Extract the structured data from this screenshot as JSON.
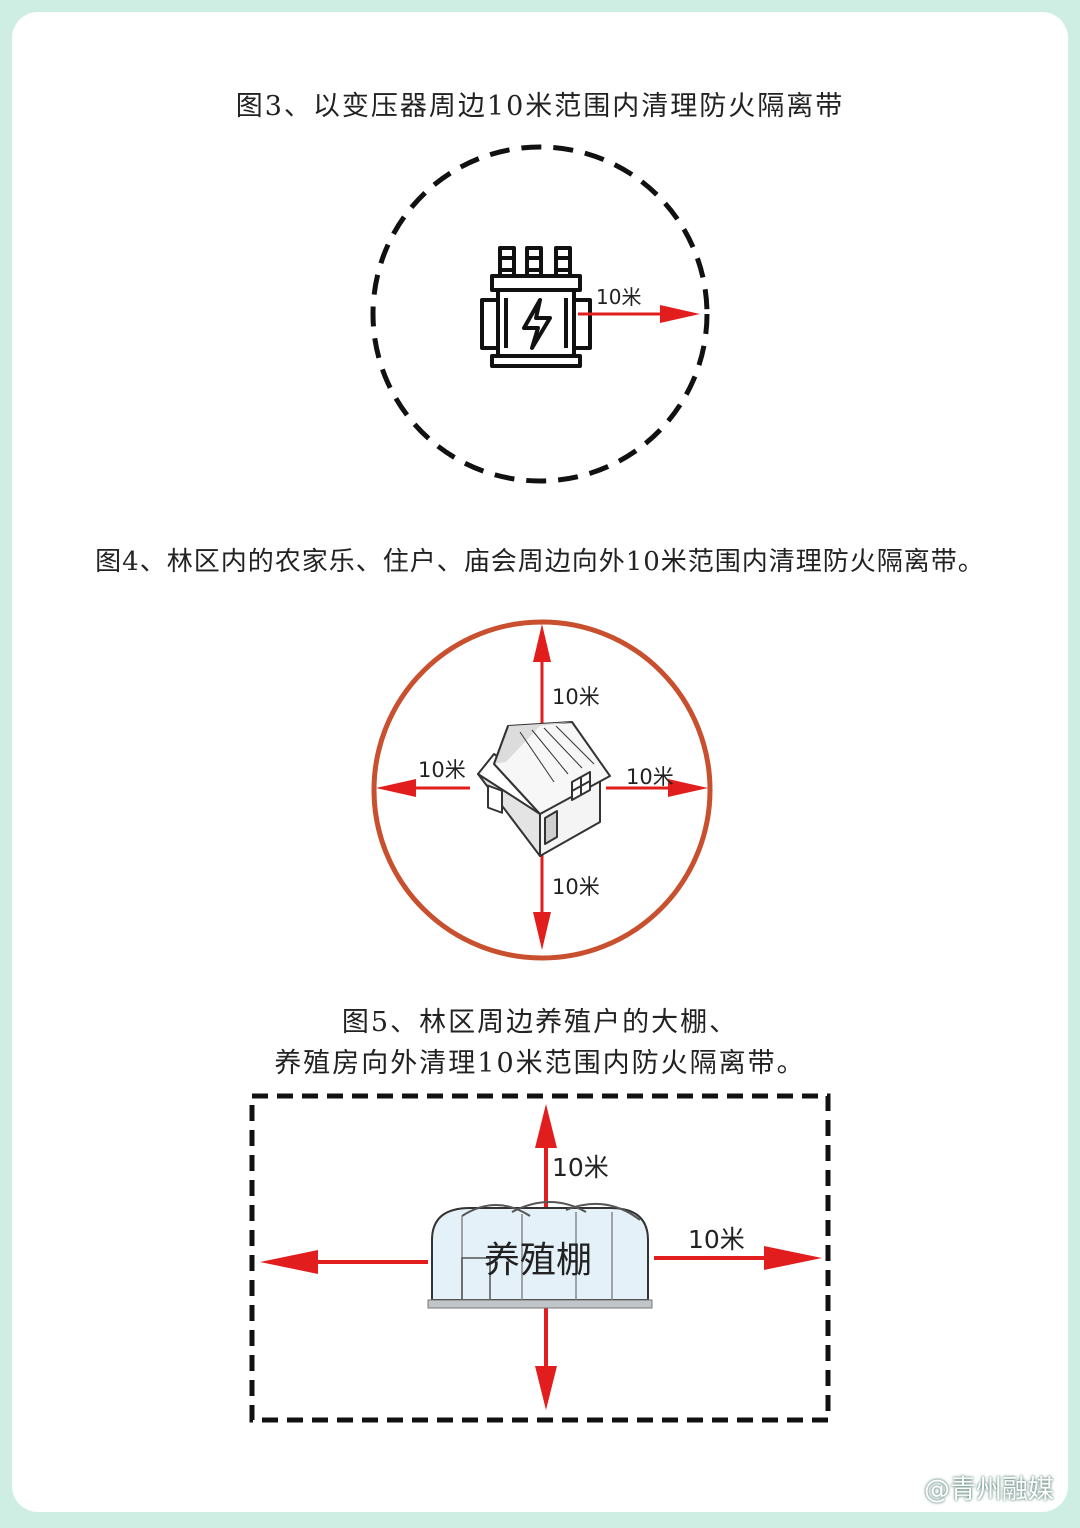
{
  "figure3": {
    "caption": "图3、以变压器周边10米范围内清理防火隔离带",
    "distance_label": "10米",
    "icon": "transformer-icon"
  },
  "figure4": {
    "caption": "图4、林区内的农家乐、住户、庙会周边向外10米范围内清理防火隔离带。",
    "label_top": "10米",
    "label_left": "10米",
    "label_right": "10米",
    "label_bottom": "10米",
    "icon": "house-icon"
  },
  "figure5": {
    "caption_line1": "图5、林区周边养殖户的大棚、",
    "caption_line2": "养殖房向外清理10米范围内防火隔离带。",
    "label_top": "10米",
    "label_right": "10米",
    "greenhouse_label": "养殖棚",
    "icon": "greenhouse-icon"
  },
  "watermark": "@青州融媒",
  "colors": {
    "background": "#cfeee3",
    "card": "#ffffff",
    "arrow_red": "#e21d1d",
    "circle_orange": "#c8502f",
    "dashed_black": "#111111"
  }
}
